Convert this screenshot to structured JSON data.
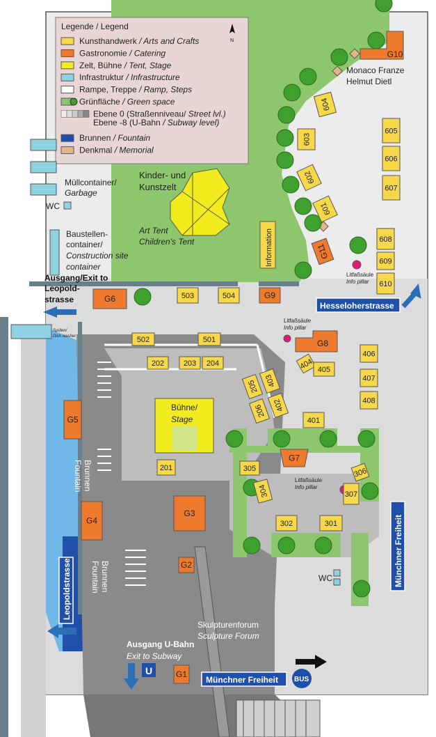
{
  "legend": {
    "title": "Legende / Legend",
    "items": [
      {
        "de": "Kunsthandwerk",
        "en": "/ Arts and Crafts",
        "color": "#f6d84a"
      },
      {
        "de": "Gastronomie",
        "en": "/ Catering",
        "color": "#ee7a2e"
      },
      {
        "de": "Zelt, Bühne",
        "en": "/ Tent, Stage",
        "color": "#f2ec1e"
      },
      {
        "de": "Infrastruktur",
        "en": "/ Infrastructure",
        "color": "#8fd3e3"
      },
      {
        "de": "Rampe, Treppe",
        "en": "/ Ramp, Steps",
        "color": "#ffffff"
      },
      {
        "de": "Grünfläche",
        "en": "/ Green space",
        "color": "#8ec66e"
      },
      {
        "de": "Ebene 0 (Straßenniveau/",
        "en": "Street lvl.)",
        "color": "#cccccc"
      },
      {
        "de": "Ebene -8 (U-Bahn",
        "en": "/ Subway level)",
        "color": "#555555"
      },
      {
        "de": "Brunnen",
        "en": "/ Fountain",
        "color": "#2a6fb8"
      },
      {
        "de": "Denkmal",
        "en": "/ Memorial",
        "color": "#e7b48a"
      }
    ],
    "north": "N"
  },
  "colors": {
    "craft": "#f6d84a",
    "catering": "#ee7a2e",
    "tent": "#f2ec1e",
    "infra": "#8fd3e3",
    "green": "#8ec66e",
    "tree": "#3fa02e",
    "street": "#d9d9d9",
    "plaza": "#bfbfbf",
    "subway": "#8a8a8a",
    "fountain": "#1f4fa8",
    "memorial": "#e7b48a",
    "legendBg": "#e8d6d4",
    "pillar": "#e3197b",
    "sign": "#1f4fa8"
  },
  "labels": {
    "muell_de": "Müllcontainer/",
    "muell_en": "Garbage",
    "wc": "WC",
    "bau_1": "Baustellen-",
    "bau_2": "container/",
    "bau_3": "Construction site",
    "bau_4": "container",
    "exit_leo_1": "Ausgang/Exit to",
    "exit_leo_2": "Leopold-",
    "exit_leo_3": "strasse",
    "kinder_de_1": "Kinder- und",
    "kinder_de_2": "Kunstzelt",
    "kinder_en_1": "Art Tent",
    "kinder_en_2": "Children's Tent",
    "information": "Information",
    "monaco_1": "Monaco Franze",
    "monaco_2": "Helmut Dietl",
    "litfass_de": "Litfaßsäule",
    "litfass_en": "Info pillar",
    "hesseloher": "Hesseloherstrasse",
    "muenchner_v": "Münchner Freiheit",
    "muenchner_h": "Münchner Freiheit",
    "leopold_v": "Leopoldstrasse",
    "buehne_de": "Bühne/",
    "buehne_en": "Stage",
    "brunnen": "Brunnen",
    "fountain": "Fountain",
    "spuelen_1": "Spülen/",
    "spuelen_2": "Dish washer",
    "sculpt_de": "Skulpturenforum",
    "sculpt_en": "Sculpture Forum",
    "ubahn_de": "Ausgang U-Bahn",
    "ubahn_en": "Exit to Subway",
    "ubahn_sign": "U",
    "bus": "BUS"
  },
  "booths": [
    {
      "id": "G10",
      "type": "catering"
    },
    {
      "id": "604",
      "type": "craft"
    },
    {
      "id": "603",
      "type": "craft"
    },
    {
      "id": "602",
      "type": "craft"
    },
    {
      "id": "601",
      "type": "craft"
    },
    {
      "id": "605",
      "type": "craft"
    },
    {
      "id": "606",
      "type": "craft"
    },
    {
      "id": "607",
      "type": "craft"
    },
    {
      "id": "608",
      "type": "craft"
    },
    {
      "id": "609",
      "type": "craft"
    },
    {
      "id": "610",
      "type": "craft"
    },
    {
      "id": "G11",
      "type": "catering"
    },
    {
      "id": "G6",
      "type": "catering"
    },
    {
      "id": "503",
      "type": "craft"
    },
    {
      "id": "504",
      "type": "craft"
    },
    {
      "id": "G9",
      "type": "catering"
    },
    {
      "id": "502",
      "type": "craft"
    },
    {
      "id": "501",
      "type": "craft"
    },
    {
      "id": "202",
      "type": "craft"
    },
    {
      "id": "203",
      "type": "craft"
    },
    {
      "id": "204",
      "type": "craft"
    },
    {
      "id": "G8",
      "type": "catering"
    },
    {
      "id": "404",
      "type": "craft"
    },
    {
      "id": "405",
      "type": "craft"
    },
    {
      "id": "406",
      "type": "craft"
    },
    {
      "id": "407",
      "type": "craft"
    },
    {
      "id": "408",
      "type": "craft"
    },
    {
      "id": "205",
      "type": "craft"
    },
    {
      "id": "206",
      "type": "craft"
    },
    {
      "id": "403",
      "type": "craft"
    },
    {
      "id": "402",
      "type": "craft"
    },
    {
      "id": "401",
      "type": "craft"
    },
    {
      "id": "G5",
      "type": "catering"
    },
    {
      "id": "G7",
      "type": "catering"
    },
    {
      "id": "201",
      "type": "craft"
    },
    {
      "id": "305",
      "type": "craft"
    },
    {
      "id": "304",
      "type": "craft"
    },
    {
      "id": "306",
      "type": "craft"
    },
    {
      "id": "307",
      "type": "craft"
    },
    {
      "id": "G4",
      "type": "catering"
    },
    {
      "id": "G3",
      "type": "catering"
    },
    {
      "id": "302",
      "type": "craft"
    },
    {
      "id": "301",
      "type": "craft"
    },
    {
      "id": "G2",
      "type": "catering"
    },
    {
      "id": "G1",
      "type": "catering"
    }
  ]
}
